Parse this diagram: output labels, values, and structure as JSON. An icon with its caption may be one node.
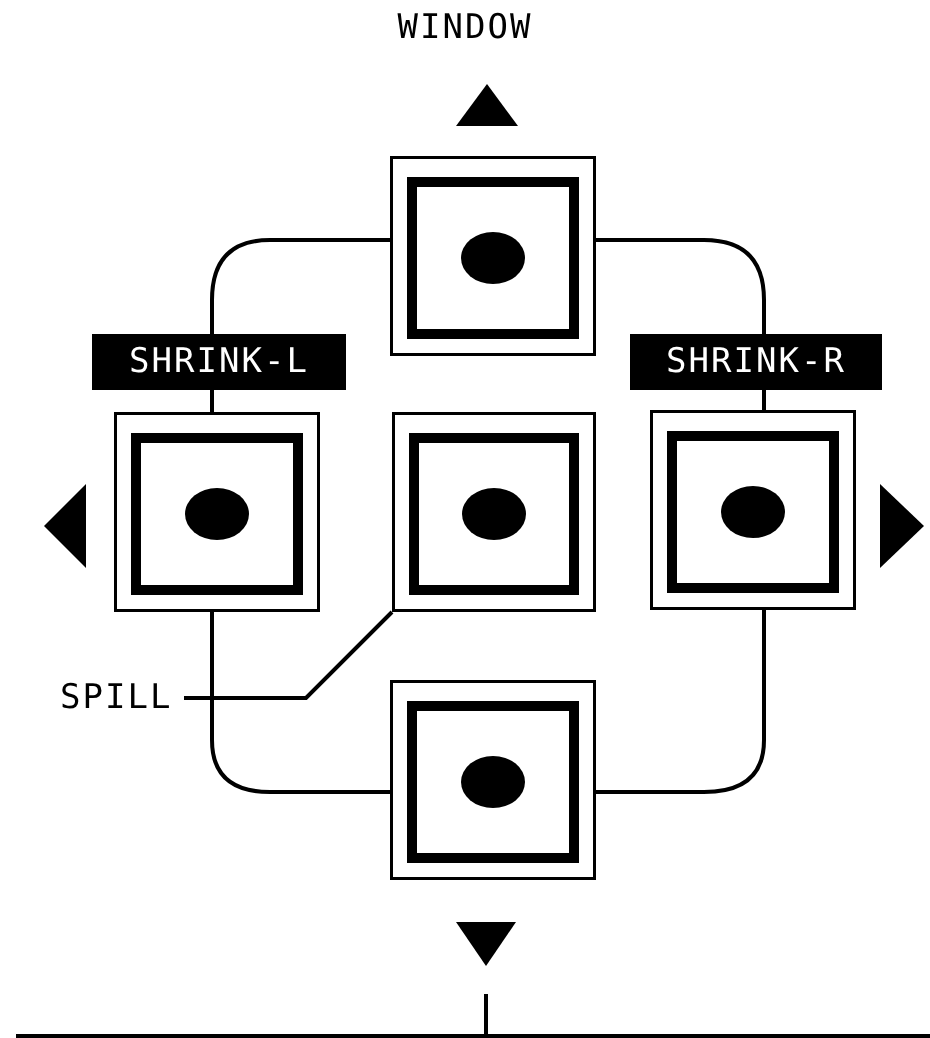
{
  "diagram": {
    "nodes": [
      {
        "text": [],
        "shape": "box"
      },
      {
        "text": [],
        "shape": "box",
        "beside": [
          "SHRINK-L"
        ]
      },
      {
        "text": [],
        "shape": "box"
      },
      {
        "text": [],
        "shape": "box",
        "beside": [
          "SHRINK-R"
        ]
      },
      {
        "text": [],
        "shape": "box"
      },
      {
        "text": [
          "SPILL"
        ]
      }
    ],
    "edges": [
      {
        "from": 0,
        "to": 1,
        "arrow": "none"
      },
      {
        "from": 0,
        "to": 3,
        "arrow": "none"
      },
      {
        "from": 1,
        "to": 4,
        "arrow": "none"
      },
      {
        "from": 3,
        "to": 4,
        "arrow": "none"
      },
      {
        "from": 5,
        "to": 2,
        "arrow": "none"
      }
    ],
    "labels": [
      "WINDOW"
    ]
  }
}
